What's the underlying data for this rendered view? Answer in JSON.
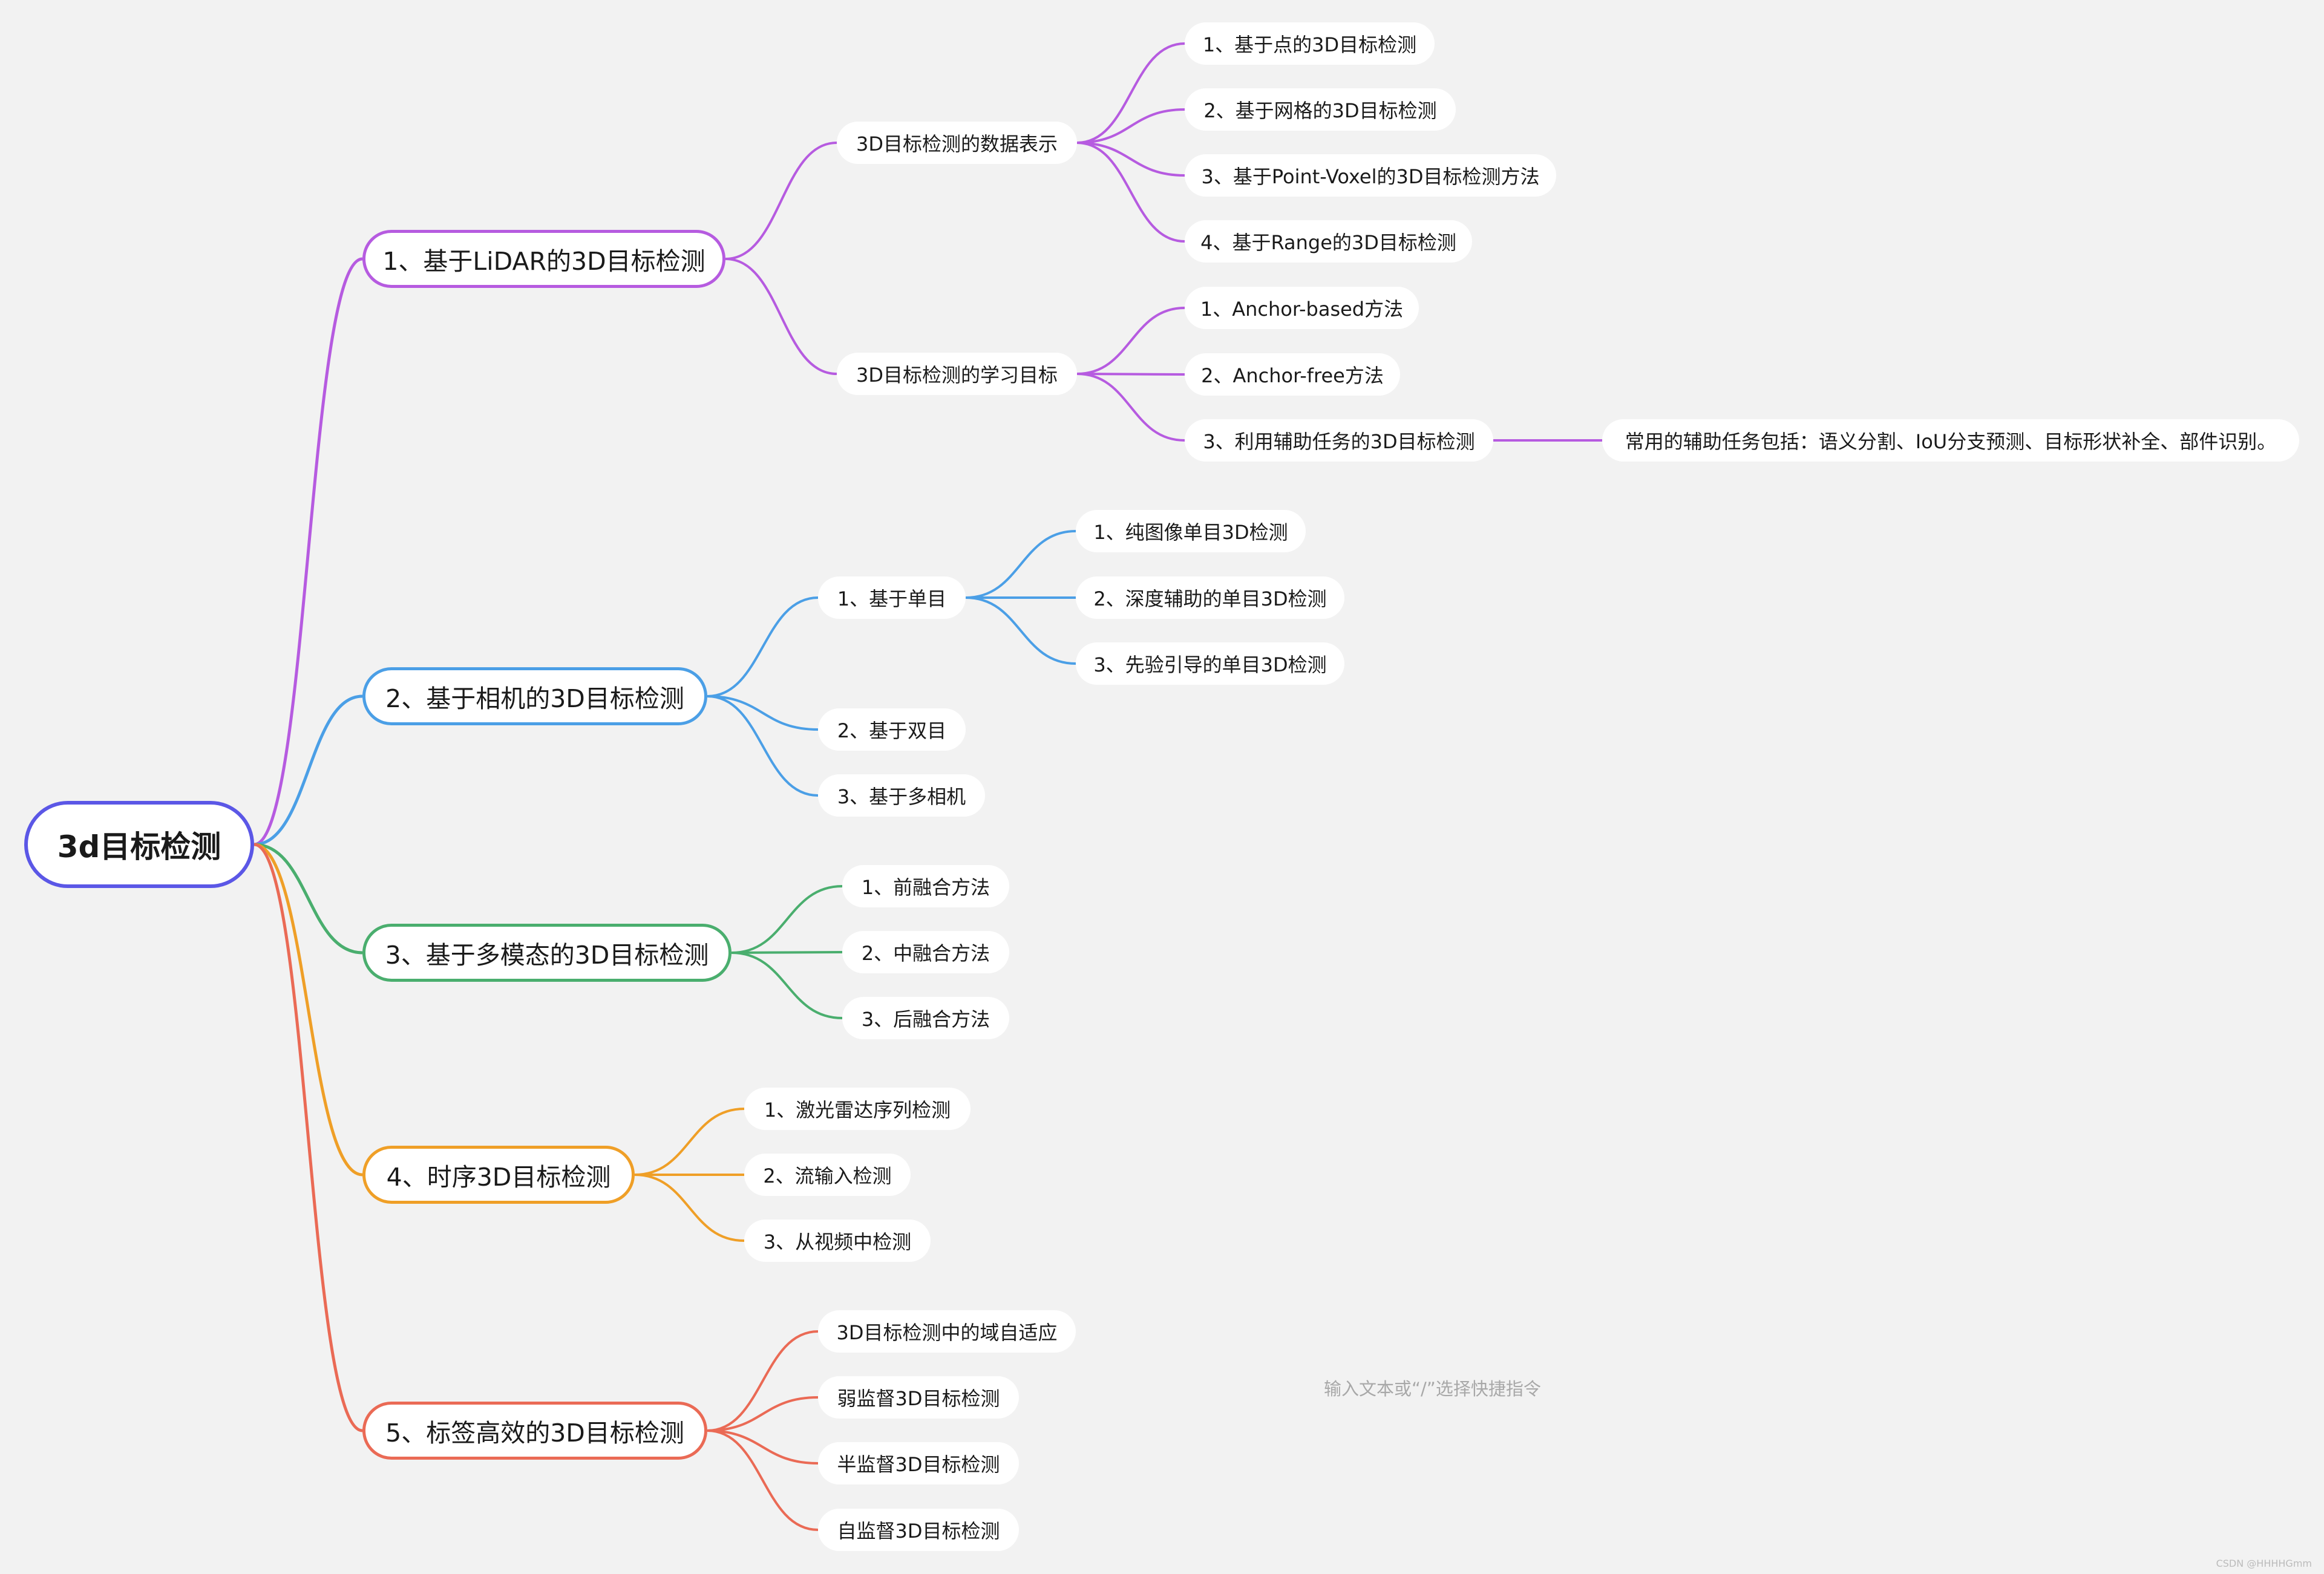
{
  "colors": {
    "root": "#5b57e6",
    "branch1": "#b65be0",
    "branch2": "#4b9fe6",
    "branch3": "#4aae6e",
    "branch4": "#ef9f27",
    "branch5": "#ea6a55"
  },
  "root": {
    "label": "3d目标检测"
  },
  "branches": [
    {
      "label": "1、基于LiDAR的3D目标检测",
      "children": [
        {
          "label": "3D目标检测的数据表示",
          "children": [
            {
              "label": "1、基于点的3D目标检测"
            },
            {
              "label": "2、基于网格的3D目标检测"
            },
            {
              "label": "3、基于Point-Voxel的3D目标检测方法"
            },
            {
              "label": "4、基于Range的3D目标检测"
            }
          ]
        },
        {
          "label": "3D目标检测的学习目标",
          "children": [
            {
              "label": "1、Anchor-based方法"
            },
            {
              "label": "2、Anchor-free方法"
            },
            {
              "label": "3、利用辅助任务的3D目标检测",
              "children": [
                {
                  "label": "常用的辅助任务包括：语义分割、IoU分支预测、目标形状补全、部件识别。"
                }
              ]
            }
          ]
        }
      ]
    },
    {
      "label": "2、基于相机的3D目标检测",
      "children": [
        {
          "label": "1、基于单目",
          "children": [
            {
              "label": "1、纯图像单目3D检测"
            },
            {
              "label": "2、深度辅助的单目3D检测"
            },
            {
              "label": "3、先验引导的单目3D检测"
            }
          ]
        },
        {
          "label": "2、基于双目"
        },
        {
          "label": "3、基于多相机"
        }
      ]
    },
    {
      "label": "3、基于多模态的3D目标检测",
      "children": [
        {
          "label": "1、前融合方法"
        },
        {
          "label": "2、中融合方法"
        },
        {
          "label": "3、后融合方法"
        }
      ]
    },
    {
      "label": "4、时序3D目标检测",
      "children": [
        {
          "label": "1、激光雷达序列检测"
        },
        {
          "label": "2、流输入检测"
        },
        {
          "label": "3、从视频中检测"
        }
      ]
    },
    {
      "label": "5、标签高效的3D目标检测",
      "children": [
        {
          "label": "3D目标检测中的域自适应"
        },
        {
          "label": "弱监督3D目标检测"
        },
        {
          "label": "半监督3D目标检测"
        },
        {
          "label": "自监督3D目标检测"
        }
      ]
    }
  ],
  "hint": "输入文本或“/”选择快捷指令",
  "watermark": "CSDN @HHHHGmm"
}
